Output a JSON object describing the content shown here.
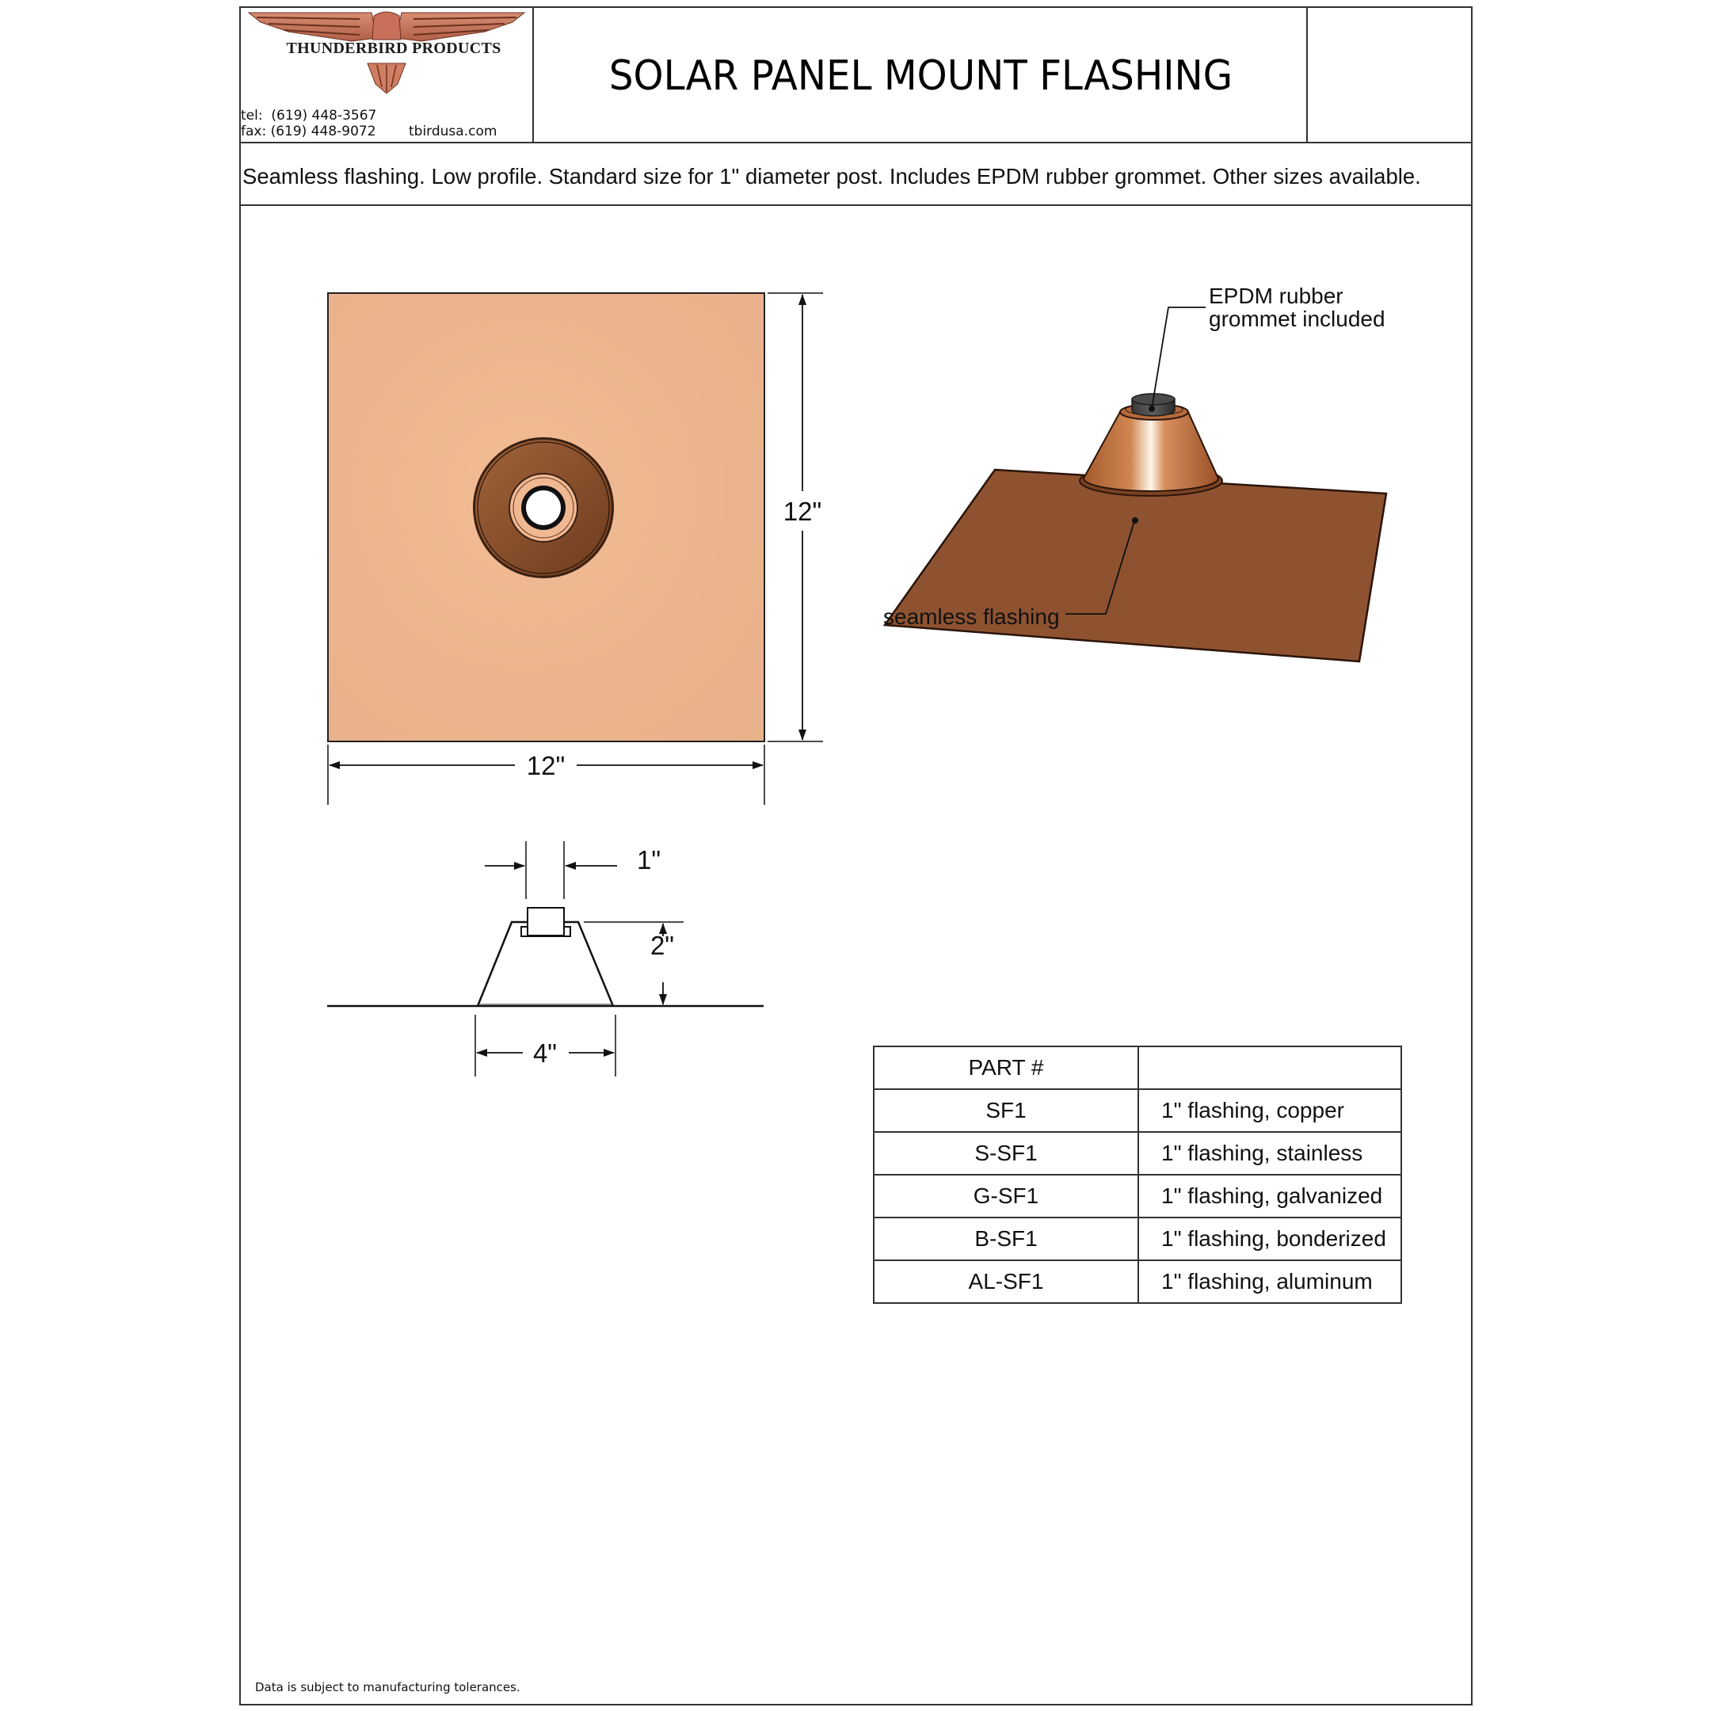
{
  "header": {
    "company": "THUNDERBIRD PRODUCTS",
    "tel": "tel:  (619) 448-3567",
    "fax": "fax: (619) 448-9072",
    "website": "tbirdusa.com",
    "title": "SOLAR PANEL MOUNT FLASHING",
    "revision": ""
  },
  "description": "Seamless flashing. Low profile. Standard size for 1\" diameter post. Includes EPDM rubber grommet. Other sizes available.",
  "drawings": {
    "top_view": {
      "width_label": "12\"",
      "height_label": "12\""
    },
    "section_view": {
      "post_label": "1\"",
      "height_label": "2\"",
      "base_label": "4\""
    },
    "iso_view": {
      "callout_grommet_line1": "EPDM rubber",
      "callout_grommet_line2": "grommet included",
      "callout_flashing": "seamless flashing"
    }
  },
  "parts_table": {
    "headers": [
      "PART #",
      ""
    ],
    "rows": [
      {
        "part": "SF1",
        "desc": "1\" flashing, copper"
      },
      {
        "part": "S-SF1",
        "desc": "1\" flashing, stainless"
      },
      {
        "part": "G-SF1",
        "desc": "1\" flashing, galvanized"
      },
      {
        "part": "B-SF1",
        "desc": "1\" flashing, bonderized"
      },
      {
        "part": "AL-SF1",
        "desc": "1\" flashing, aluminum"
      }
    ]
  },
  "footnote": "Data is subject to manufacturing tolerances.",
  "colors": {
    "copper_light": "#eeb68f",
    "copper_dark": "#8a4f2a",
    "copper_plate": "#8e5230",
    "logo_copper": "#c9785c",
    "line": "#333333"
  }
}
